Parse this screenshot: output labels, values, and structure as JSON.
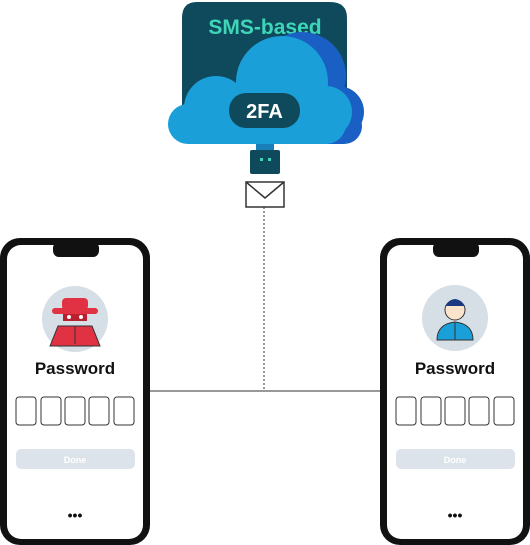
{
  "cloud": {
    "banner_label": "SMS-based",
    "cloud_label": "2FA",
    "banner_color": "#0f4a5c",
    "banner_text_color": "#3fd6b8",
    "cloud_color": "#1a9fd8",
    "cloud_shadow_color": "#1a5fc4"
  },
  "connector": {
    "icon": "usb-plug-icon"
  },
  "message": {
    "icon": "envelope-icon"
  },
  "phones": [
    {
      "role": "attacker",
      "avatar_icon": "hacker-spy-icon",
      "password_label": "Password",
      "code_slots": [
        "",
        "",
        "",
        "",
        ""
      ],
      "done_label": "Done",
      "more_label": "•••"
    },
    {
      "role": "user",
      "avatar_icon": "user-icon",
      "password_label": "Password",
      "code_slots": [
        "",
        "",
        "",
        "",
        ""
      ],
      "done_label": "Done",
      "more_label": "•••"
    }
  ]
}
